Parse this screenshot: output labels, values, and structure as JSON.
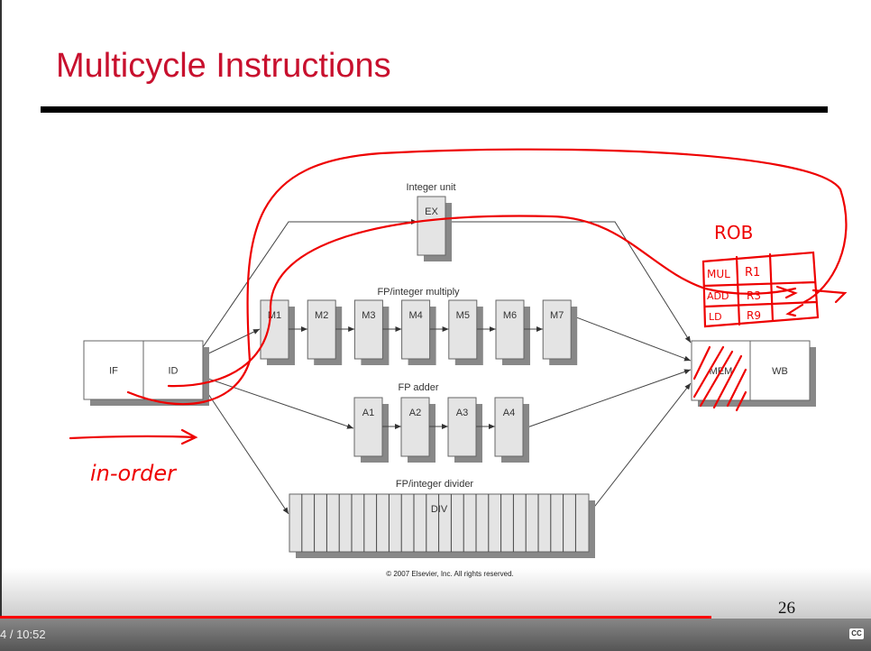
{
  "slide": {
    "title": "Multicycle Instructions",
    "page_number": "26",
    "copyright": "© 2007 Elsevier, Inc. All rights reserved."
  },
  "diagram": {
    "if_label": "IF",
    "id_label": "ID",
    "integer_unit": {
      "label": "Integer unit",
      "stage": "EX"
    },
    "multiply": {
      "label": "FP/integer multiply",
      "stages": [
        "M1",
        "M2",
        "M3",
        "M4",
        "M5",
        "M6",
        "M7"
      ]
    },
    "adder": {
      "label": "FP adder",
      "stages": [
        "A1",
        "A2",
        "A3",
        "A4"
      ]
    },
    "divider": {
      "label": "FP/integer divider",
      "stage": "DIV"
    },
    "mem_label": "MEM",
    "wb_label": "WB"
  },
  "annotations": {
    "rob_title": "ROB",
    "rob_rows": [
      [
        "MUL",
        "R1",
        ""
      ],
      [
        "ADD",
        "R3",
        ""
      ],
      [
        "LD",
        "R9",
        ""
      ]
    ],
    "in_order": "in-order"
  },
  "player": {
    "time": "4 / 10:52",
    "progress": 0.817,
    "cc_label": "CC"
  }
}
